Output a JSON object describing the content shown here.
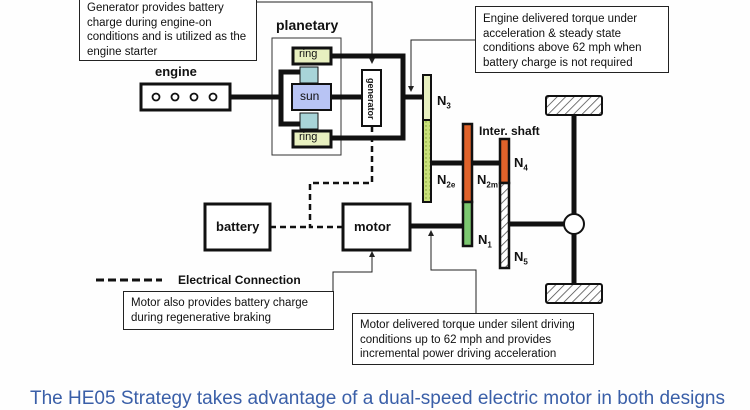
{
  "callouts": {
    "generator": "Generator provides battery charge during engine-on conditions and is utilized as the engine starter",
    "engine_torque": "Engine delivered torque under acceleration & steady state conditions above 62 mph when battery charge is not required",
    "motor_regen": "Motor also provides battery charge during regenerative braking",
    "motor_torque": "Motor delivered torque under silent driving conditions up to 62 mph and provides incremental power driving acceleration"
  },
  "labels": {
    "planetary": "planetary",
    "engine": "engine",
    "ring_top": "ring",
    "sun": "sun",
    "ring_bottom": "ring",
    "generator": "generator",
    "battery": "battery",
    "motor": "motor",
    "n3": "N",
    "n3_sub": "3",
    "n2e": "N",
    "n2e_sub": "2e",
    "n2m": "N",
    "n2m_sub": "2m",
    "n4": "N",
    "n4_sub": "4",
    "n1": "N",
    "n1_sub": "1",
    "n5": "N",
    "n5_sub": "5",
    "inter_shaft": "Inter. shaft",
    "legend_electrical": "Electrical Connection"
  },
  "caption": "The HE05 Strategy takes advantage of a dual-speed electric motor in both designs",
  "colors": {
    "ring_fill": "#e8f0c0",
    "sun_fill": "#b8c4f4",
    "pinion_fill": "#a8d4d8",
    "gear_green": "#7cc870",
    "gear_yellow_green": "#c8e07a",
    "gear_orange": "#e0622a",
    "caption_color": "#3a5fa8"
  }
}
